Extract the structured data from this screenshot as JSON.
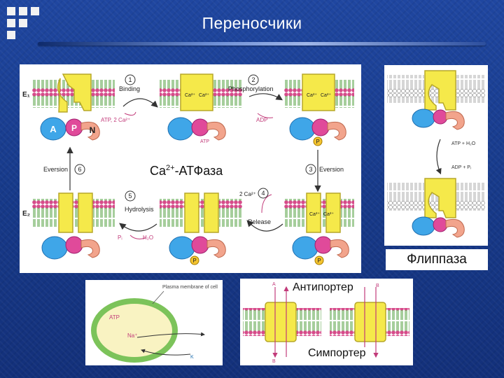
{
  "slide": {
    "title": "Переносчики"
  },
  "atpase": {
    "label": "Ca",
    "label_sup": "2+",
    "label_rest": "-АТФаза",
    "state_e1": "E₁",
    "state_e2": "E₂",
    "step1_num": "1",
    "step1_text": "Binding",
    "step2_num": "2",
    "step2_text": "Phosphorylation",
    "step3_num": "3",
    "step3_text": "Eversion",
    "step4_num": "4",
    "step4_text": "Release",
    "step5_num": "5",
    "step5_text": "Hydrolysis",
    "step6_num": "6",
    "step6_text": "Eversion",
    "in_atp": "ATP, 2 Ca²⁺",
    "out_adp": "ADP",
    "out_2ca": "2 Ca²⁺",
    "pi": "Pᵢ",
    "h2o": "H₂O",
    "atp_small": "ATP",
    "ca": "Ca²⁺",
    "dom_a": "A",
    "dom_p": "P",
    "dom_n": "N",
    "phos": "P"
  },
  "flippase": {
    "label": "Флиппаза",
    "in_text": "ATP + H₂O",
    "out_text": "ADP + Pᵢ"
  },
  "cell": {
    "membrane_text": "Plasma membrane of cell",
    "atp": "ATP",
    "na": "Na⁺",
    "k": "K"
  },
  "porters": {
    "antiporter": "Антипортер",
    "symporter": "Симпортер",
    "a_top": "A",
    "a_bottom": "B",
    "b_top": "B"
  }
}
